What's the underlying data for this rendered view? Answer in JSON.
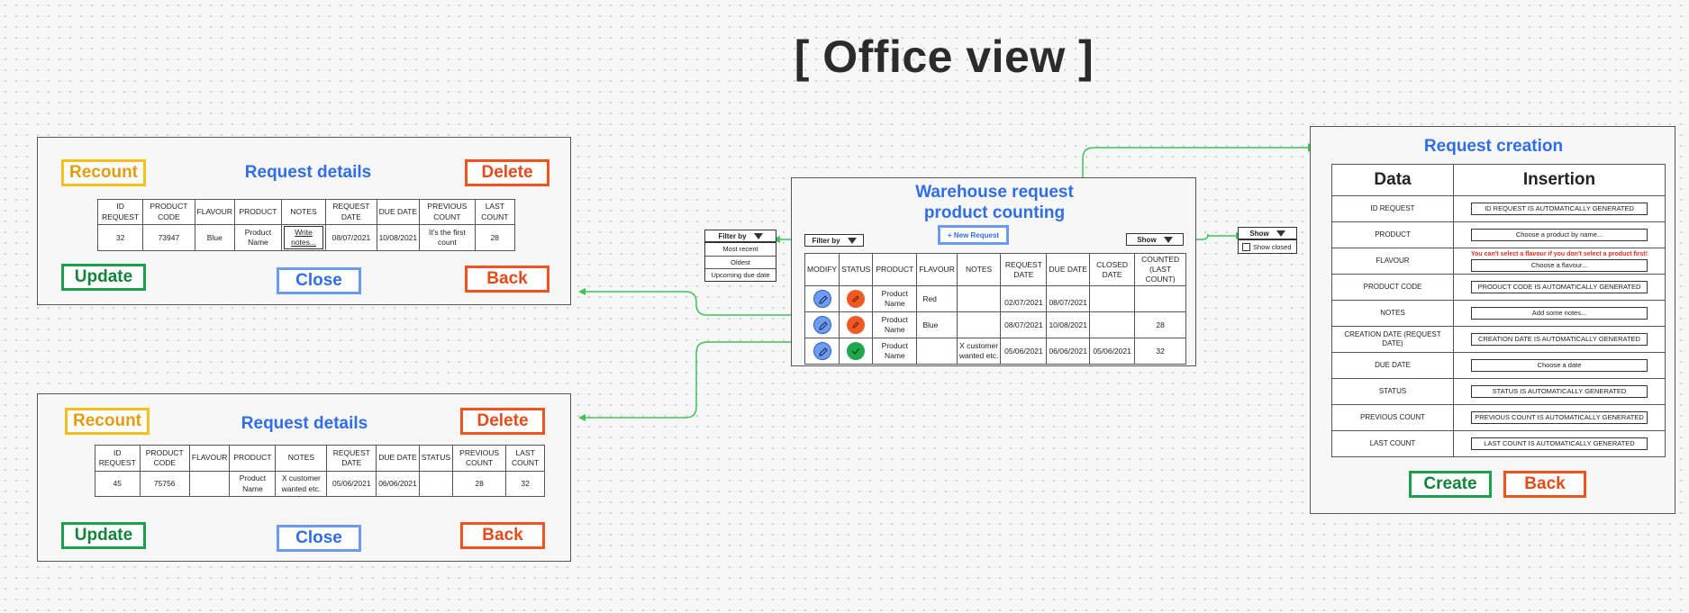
{
  "title": "[ Office view ]",
  "details_top": {
    "title": "Request details",
    "recount": "Recount",
    "delete": "Delete",
    "update": "Update",
    "close": "Close",
    "back": "Back",
    "headers": [
      "ID REQUEST",
      "PRODUCT CODE",
      "FLAVOUR",
      "PRODUCT",
      "NOTES",
      "REQUEST DATE",
      "DUE DATE",
      "PREVIOUS COUNT",
      "LAST COUNT"
    ],
    "row": [
      "32",
      "73947",
      "Blue",
      "Product Name",
      "Write notes...",
      "08/07/2021",
      "10/08/2021",
      "It's the first count",
      "28"
    ]
  },
  "details_bottom": {
    "title": "Request details",
    "recount": "Recount",
    "delete": "Delete",
    "update": "Update",
    "close": "Close",
    "back": "Back",
    "headers": [
      "ID REQUEST",
      "PRODUCT CODE",
      "FLAVOUR",
      "PRODUCT",
      "NOTES",
      "REQUEST DATE",
      "DUE DATE",
      "STATUS",
      "PREVIOUS COUNT",
      "LAST COUNT"
    ],
    "row": [
      "45",
      "75756",
      "",
      "Product Name",
      "X customer wanted etc.",
      "05/06/2021",
      "06/06/2021",
      "",
      "28",
      "32"
    ]
  },
  "warehouse": {
    "title_line1": "Warehouse request",
    "title_line2": "product counting",
    "filter_label": "Filter by",
    "new_request": "+ New Request",
    "show_label": "Show",
    "headers": [
      "MODIFY",
      "STATUS",
      "PRODUCT",
      "FLAVOUR",
      "NOTES",
      "REQUEST DATE",
      "DUE DATE",
      "CLOSED DATE",
      "COUNTED (LAST COUNT)"
    ],
    "rows": [
      {
        "product": "Product Name",
        "flavour": "Red",
        "notes": "",
        "request_date": "02/07/2021",
        "due_date": "08/07/2021",
        "closed_date": "",
        "counted": "",
        "status": "orange"
      },
      {
        "product": "Product Name",
        "flavour": "Blue",
        "notes": "",
        "request_date": "08/07/2021",
        "due_date": "10/08/2021",
        "closed_date": "",
        "counted": "28",
        "status": "orange"
      },
      {
        "product": "Product Name",
        "flavour": "",
        "notes": "X customer wanted etc.",
        "request_date": "05/06/2021",
        "due_date": "06/06/2021",
        "closed_date": "05/06/2021",
        "counted": "32",
        "status": "green"
      }
    ]
  },
  "filter_dropdown": {
    "label": "Filter by",
    "options": [
      "Most recent",
      "Oldest",
      "Upcoming due date"
    ]
  },
  "show_dropdown": {
    "label": "Show",
    "option": "Show closed"
  },
  "request_creation": {
    "title": "Request creation",
    "col_data": "Data",
    "col_insertion": "Insertion",
    "warning": "You can't select a flavour if you don't select a product first!",
    "rows": [
      {
        "data": "ID REQUEST",
        "insertion": "ID REQUEST IS AUTOMATICALLY GENERATED"
      },
      {
        "data": "PRODUCT",
        "insertion": "Choose a product by name..."
      },
      {
        "data": "FLAVOUR",
        "insertion": "Choose a flavour..."
      },
      {
        "data": "PRODUCT CODE",
        "insertion": "PRODUCT CODE IS AUTOMATICALLY GENERATED"
      },
      {
        "data": "NOTES",
        "insertion": "Add some notes..."
      },
      {
        "data": "CREATION DATE (REQUEST DATE)",
        "insertion": "CREATION DATE IS AUTOMATICALLY GENERATED"
      },
      {
        "data": "DUE DATE",
        "insertion": "Choose a date"
      },
      {
        "data": "STATUS",
        "insertion": "STATUS IS AUTOMATICALLY GENERATED"
      },
      {
        "data": "PREVIOUS COUNT",
        "insertion": "PREVIOUS COUNT IS AUTOMATICALLY GENERATED"
      },
      {
        "data": "LAST COUNT",
        "insertion": "LAST COUNT IS AUTOMATICALLY GENERATED"
      }
    ],
    "create": "Create",
    "back": "Back"
  },
  "colors": {
    "accent_blue": "#2f6ee8",
    "connector_green": "#3cc45a",
    "danger_red": "#f0531f",
    "success_green": "#1aa14a",
    "warning_yellow": "#f5c01a"
  }
}
